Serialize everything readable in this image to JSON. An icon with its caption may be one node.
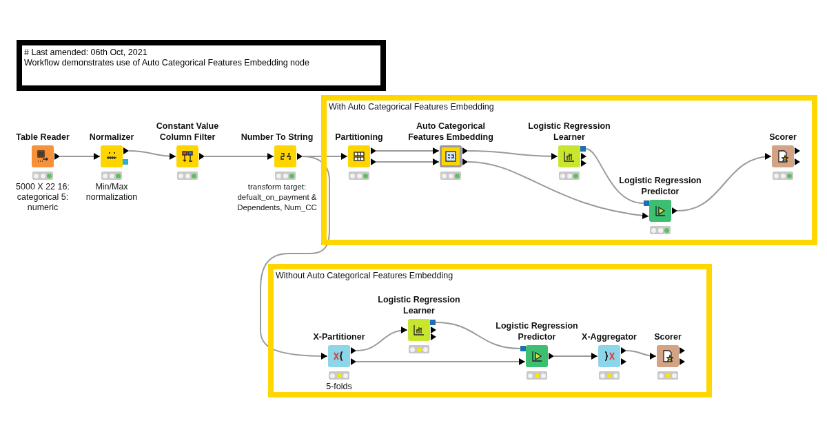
{
  "diagram": {
    "nodes": [
      {
        "text": [
          "# Last amended: 06th Oct, 2021",
          "Workflow demonstrates use of Auto Categorical Features Embedding node"
        ]
      },
      {
        "text": [
          "With Auto Categorical Features Embedding"
        ]
      },
      {
        "text": [
          "Without Auto Categorical Features Embedding"
        ]
      },
      {
        "text": [
          "Table Reader"
        ],
        "beside": [
          "5000 X 22 16: categorical 5: numeric"
        ]
      },
      {
        "text": [
          "Normalizer"
        ],
        "beside": [
          "Min/Max normalization"
        ]
      },
      {
        "text": [
          "Constant Value Column Filter"
        ]
      },
      {
        "text": [
          "Number To String"
        ],
        "beside": [
          "transform target: defualt_on_payment & Dependents, Num_CC"
        ]
      },
      {
        "text": [
          "Partitioning"
        ],
        "in": 1
      },
      {
        "text": [
          "Auto Categorical Features Embedding"
        ],
        "in": 1
      },
      {
        "text": [
          "Logistic Regression Learner"
        ],
        "in": 1
      },
      {
        "text": [
          "Logistic Regression Predictor"
        ],
        "in": 1
      },
      {
        "text": [
          "Scorer"
        ],
        "in": 1
      },
      {
        "text": [
          "X-Partitioner"
        ],
        "in": 2,
        "beside": [
          "5-folds"
        ]
      },
      {
        "text": [
          "Logistic Regression Learner"
        ],
        "in": 2
      },
      {
        "text": [
          "Logistic Regression Predictor"
        ],
        "in": 2
      },
      {
        "text": [
          "X-Aggregator"
        ],
        "in": 2
      },
      {
        "text": [
          "Scorer"
        ],
        "in": 2
      }
    ],
    "edges": [
      {
        "from": 3,
        "to": 4,
        "arrow": "to"
      },
      {
        "from": 4,
        "to": 5,
        "arrow": "to"
      },
      {
        "from": 5,
        "to": 6,
        "arrow": "to"
      },
      {
        "from": 6,
        "to": 7,
        "arrow": "to"
      },
      {
        "from": 6,
        "to": 12,
        "arrow": "to"
      },
      {
        "from": 7,
        "to": 8,
        "arrow": "to"
      },
      {
        "from": 7,
        "to": 8,
        "arrow": "to"
      },
      {
        "from": 8,
        "to": 9,
        "arrow": "to"
      },
      {
        "from": 8,
        "to": 10,
        "arrow": "to"
      },
      {
        "from": 9,
        "to": 10,
        "arrow": "none"
      },
      {
        "from": 10,
        "to": 11,
        "arrow": "to"
      },
      {
        "from": 12,
        "to": 13,
        "arrow": "to"
      },
      {
        "from": 12,
        "to": 14,
        "arrow": "to"
      },
      {
        "from": 13,
        "to": 14,
        "arrow": "none"
      },
      {
        "from": 14,
        "to": 15,
        "arrow": "to"
      },
      {
        "from": 15,
        "to": 16,
        "arrow": "to"
      }
    ]
  }
}
